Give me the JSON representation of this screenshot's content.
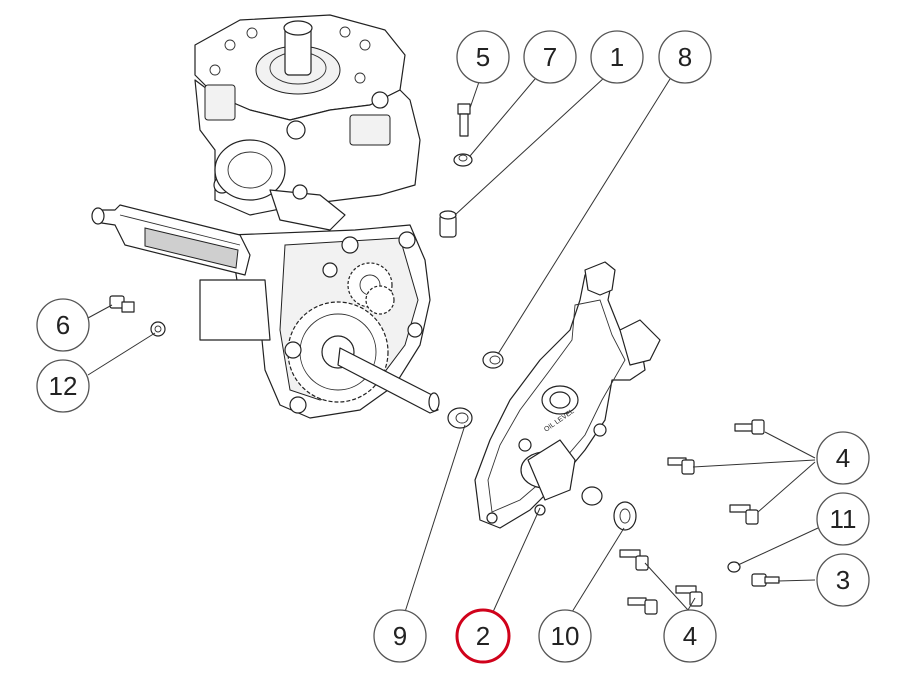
{
  "callouts": [
    {
      "id": "c5",
      "label": "5"
    },
    {
      "id": "c7",
      "label": "7"
    },
    {
      "id": "c1",
      "label": "1"
    },
    {
      "id": "c8",
      "label": "8"
    },
    {
      "id": "c6",
      "label": "6"
    },
    {
      "id": "c12",
      "label": "12"
    },
    {
      "id": "c4a",
      "label": "4"
    },
    {
      "id": "c11",
      "label": "11"
    },
    {
      "id": "c3",
      "label": "3"
    },
    {
      "id": "c9",
      "label": "9"
    },
    {
      "id": "c2",
      "label": "2"
    },
    {
      "id": "c10",
      "label": "10"
    },
    {
      "id": "c4b",
      "label": "4"
    }
  ],
  "cover_text": "OIL LEVEL",
  "highlight_color": "#d0021b"
}
